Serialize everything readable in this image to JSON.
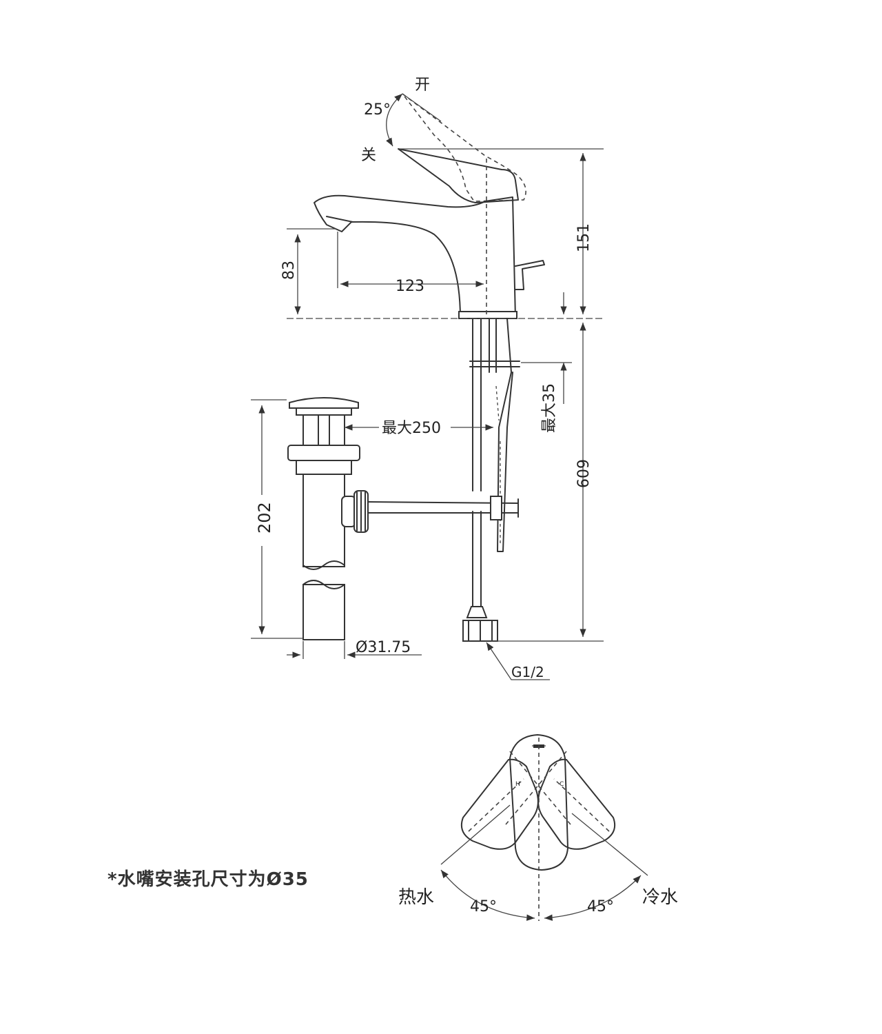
{
  "labels": {
    "open": "开",
    "close": "关",
    "angle_25": "25°",
    "dim_151": "151",
    "dim_83": "83",
    "dim_123": "123",
    "dim_max35": "最大35",
    "dim_max250": "最大250",
    "dim_609": "609",
    "dim_202": "202",
    "dim_d3175": "Ø31.75",
    "thread_g12": "G1/2",
    "hot_water": "热水",
    "cold_water": "冷水",
    "angle_45_left": "45°",
    "angle_45_right": "45°"
  },
  "note": "*水嘴安装孔尺寸为Ø35"
}
